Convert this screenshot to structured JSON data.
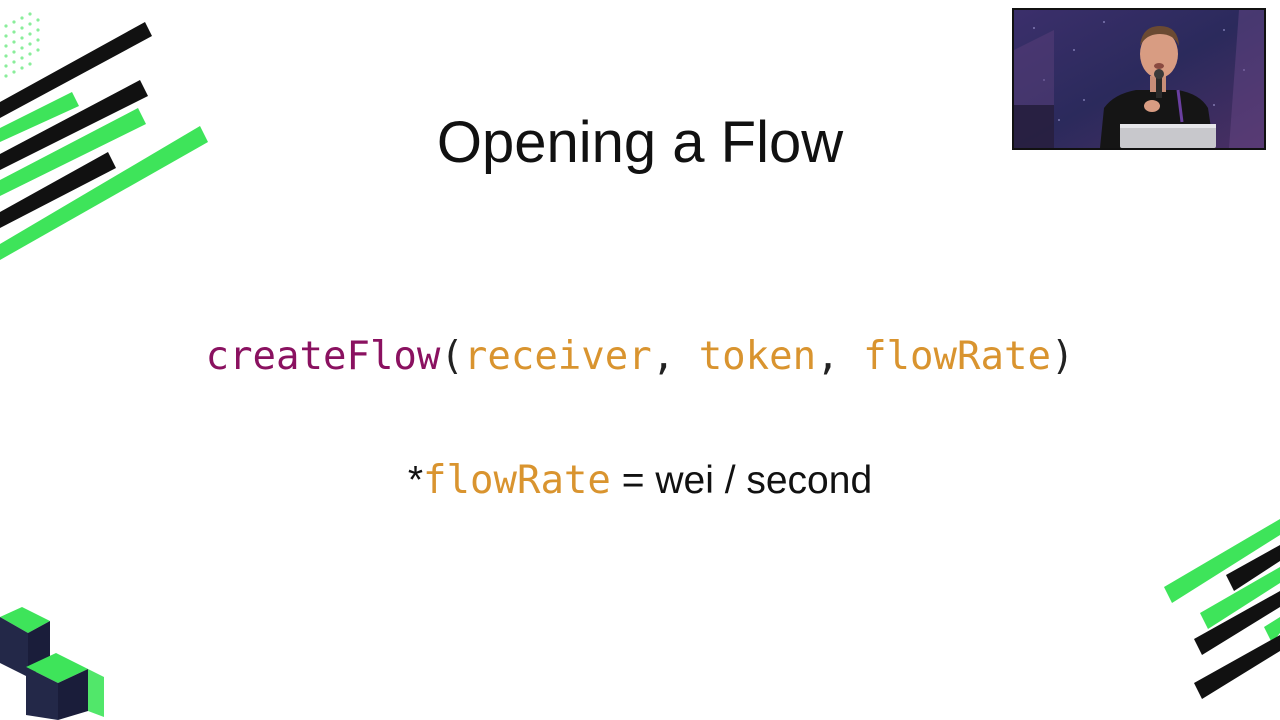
{
  "slide": {
    "title": "Opening a Flow",
    "code": {
      "function": "createFlow",
      "open_paren": "(",
      "arg1": "receiver",
      "sep1": ", ",
      "arg2": "token",
      "sep2": ", ",
      "arg3": "flowRate",
      "close_paren": ")"
    },
    "note": {
      "asterisk": "*",
      "term": "flowRate",
      "equals": " = ",
      "definition": "wei / second"
    }
  },
  "colors": {
    "accent_green": "#3ee45a",
    "stripe_black": "#111111",
    "function_color": "#8a1160",
    "argument_color": "#d9942f"
  },
  "icons": {
    "decor_top_left": "diagonal-stripes",
    "decor_bottom_right": "diagonal-stripes",
    "decor_bottom_left": "isometric-cubes",
    "video_overlay": "speaker-camera-feed"
  }
}
